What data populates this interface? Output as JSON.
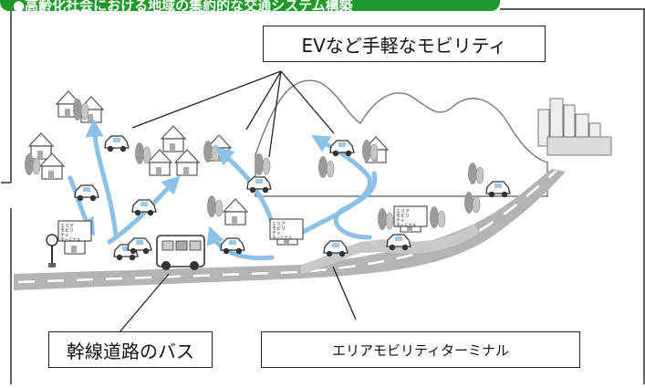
{
  "header": {
    "title": "●高齢化社会における地域の集約的な交通システム構築"
  },
  "callouts": {
    "ev_mobility": "EVなど手軽なモビリティ",
    "trunk_bus": "幹線道路のバス",
    "area_terminal": "エリアモビリティターミナル"
  },
  "terminal_sign_text": [
    "エリア",
    "モビリ",
    "ティ",
    "ターミナル"
  ],
  "colors": {
    "banner_green": "#1f9a2a",
    "road_gray": "#b4b4b4",
    "route_blue": "#8cc0e6",
    "line_dark": "#222222"
  }
}
